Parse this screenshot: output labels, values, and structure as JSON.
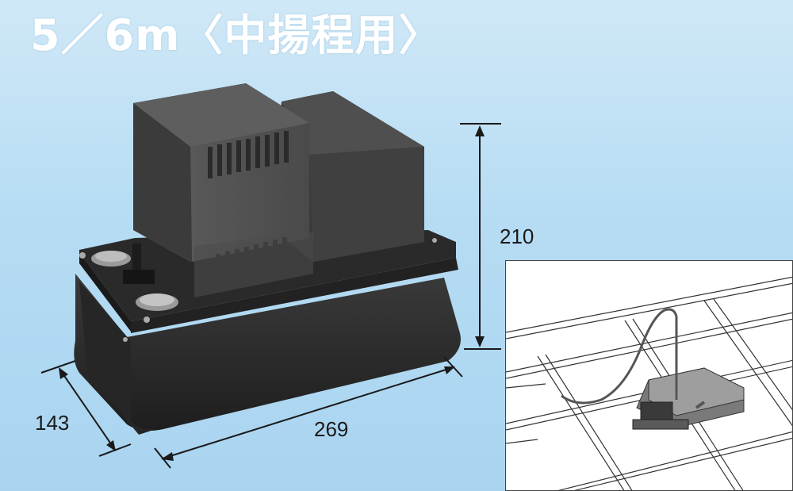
{
  "title": "5／6m〈中揚程用〉",
  "dimensions": {
    "height": "210",
    "depth": "143",
    "width": "269"
  },
  "icons": {
    "product": "condensate-pump-icon",
    "installation": "ceiling-installation-illustration"
  },
  "colors": {
    "background": "#b6dcf3",
    "title": "#ffffff",
    "pump_body": "#4a4a4a",
    "pump_tank": "#2e2e2e"
  }
}
